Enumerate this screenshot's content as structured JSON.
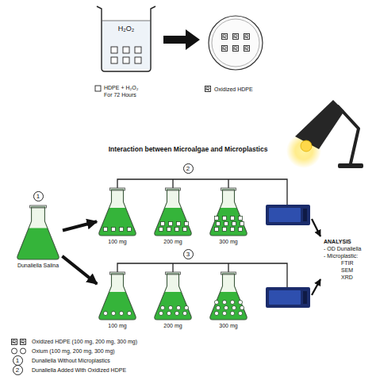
{
  "diagram": {
    "title": "Interaction between Microalgae and Microplastics",
    "nodes": [
      {
        "text": [
          "H₂O₂"
        ]
      },
      {
        "text": [
          "Dunaliella Salina"
        ]
      },
      {
        "text": [
          "100 mg"
        ]
      },
      {
        "text": [
          "200 mg"
        ]
      },
      {
        "text": [
          "300 mg"
        ]
      },
      {
        "text": [
          "100 mg"
        ]
      },
      {
        "text": [
          "200 mg"
        ]
      },
      {
        "text": [
          "300 mg"
        ]
      }
    ],
    "edges": [
      {
        "from": 1,
        "to": 2,
        "arrow": "to"
      },
      {
        "from": 1,
        "to": 5,
        "arrow": "to"
      }
    ],
    "labels": [
      "2",
      "3",
      "1",
      "1",
      "2",
      "ANALYSIS",
      "- OD Dunaliella",
      "- Microplastic:",
      "FTIR",
      "SEM",
      "XRD"
    ],
    "legend": [
      {
        "text": "HDPE + H₂O₂ For 72 Hours"
      },
      {
        "text": "Oxidized HDPE"
      },
      {
        "text": "Oxidized HDPE (100 mg, 200 mg, 300 mg)"
      },
      {
        "text": "Oxium (100 mg, 200 mg, 300 mg)"
      },
      {
        "text": "Dunaliella Without Microplastics"
      },
      {
        "text": "Dunaliella Added With Oxidized HDPE"
      }
    ]
  }
}
